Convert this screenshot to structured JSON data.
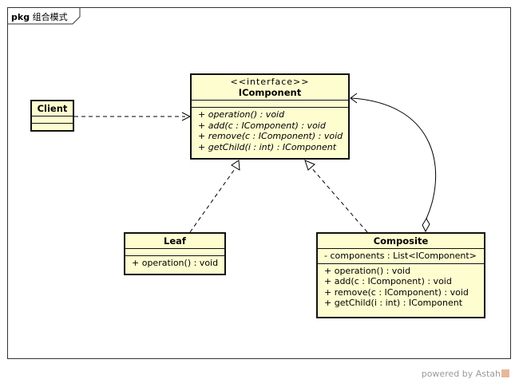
{
  "frame": {
    "keyword": "pkg",
    "name": "组合模式"
  },
  "classes": {
    "icomponent": {
      "stereotype": "<<interface>>",
      "name": "IComponent",
      "operations": [
        "+ operation() : void",
        "+ add(c : IComponent) : void",
        "+ remove(c : IComponent) : void",
        "+ getChild(i : int) : IComponent"
      ]
    },
    "client": {
      "name": "Client"
    },
    "leaf": {
      "name": "Leaf",
      "operations": [
        "+ operation() : void"
      ]
    },
    "composite": {
      "name": "Composite",
      "attributes": [
        "- components : List<IComponent>"
      ],
      "operations": [
        "+ operation() : void",
        "+ add(c : IComponent) : void",
        "+ remove(c : IComponent) : void",
        "+ getChild(i : int) : IComponent"
      ]
    }
  },
  "watermark": {
    "text": "powered by Astah"
  },
  "colors": {
    "class_fill": "#fefdd0",
    "border": "#111111",
    "watermark": "#9a9a9a"
  }
}
